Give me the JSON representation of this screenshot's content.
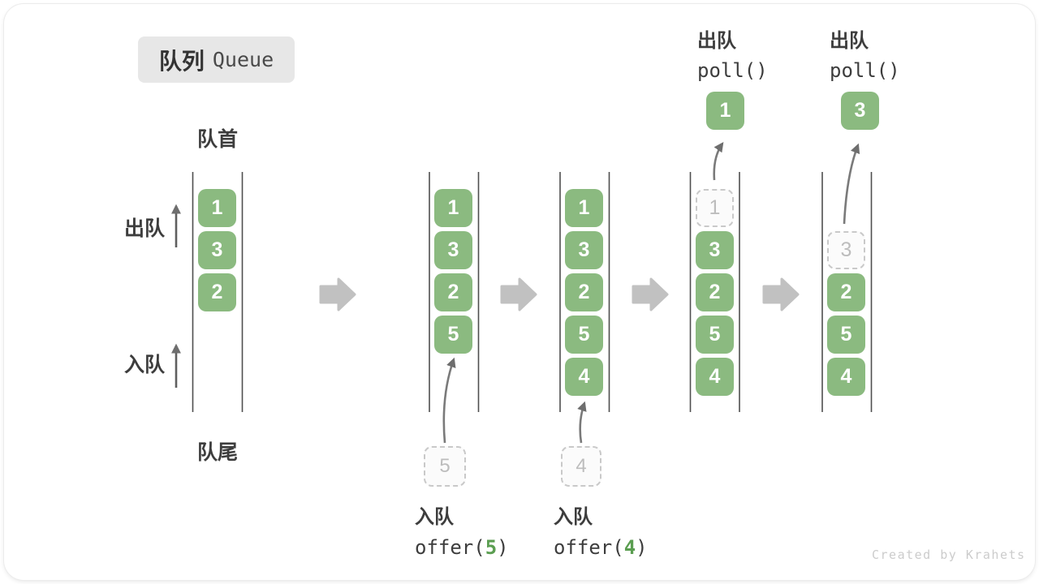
{
  "title": {
    "zh": "队列",
    "en": "Queue"
  },
  "labels": {
    "head": "队首",
    "tail": "队尾",
    "dequeue": "出队",
    "enqueue": "入队"
  },
  "operations": {
    "enqueue5": {
      "label": "入队",
      "fn_prefix": "offer(",
      "arg": "5",
      "fn_suffix": ")"
    },
    "enqueue4": {
      "label": "入队",
      "fn_prefix": "offer(",
      "arg": "4",
      "fn_suffix": ")"
    },
    "poll1": {
      "label": "出队",
      "fn": "poll()",
      "out_value": "1"
    },
    "poll2": {
      "label": "出队",
      "fn": "poll()",
      "out_value": "3"
    }
  },
  "columns": [
    {
      "cells": [
        {
          "v": "1",
          "state": "filled"
        },
        {
          "v": "3",
          "state": "filled"
        },
        {
          "v": "2",
          "state": "filled"
        }
      ]
    },
    {
      "cells": [
        {
          "v": "1",
          "state": "filled"
        },
        {
          "v": "3",
          "state": "filled"
        },
        {
          "v": "2",
          "state": "filled"
        },
        {
          "v": "5",
          "state": "filled"
        }
      ],
      "incoming": "5"
    },
    {
      "cells": [
        {
          "v": "1",
          "state": "filled"
        },
        {
          "v": "3",
          "state": "filled"
        },
        {
          "v": "2",
          "state": "filled"
        },
        {
          "v": "5",
          "state": "filled"
        },
        {
          "v": "4",
          "state": "filled"
        }
      ],
      "incoming": "4"
    },
    {
      "cells": [
        {
          "v": "1",
          "state": "ghost"
        },
        {
          "v": "3",
          "state": "filled"
        },
        {
          "v": "2",
          "state": "filled"
        },
        {
          "v": "5",
          "state": "filled"
        },
        {
          "v": "4",
          "state": "filled"
        }
      ],
      "outgoing": "1"
    },
    {
      "cells": [
        {
          "v": "3",
          "state": "ghost"
        },
        {
          "v": "2",
          "state": "filled"
        },
        {
          "v": "5",
          "state": "filled"
        },
        {
          "v": "4",
          "state": "filled"
        }
      ],
      "outgoing": "3"
    }
  ],
  "watermark": "Created by Krahets",
  "colors": {
    "box_green": "#8bba80",
    "ghost_border": "#c9c9c9",
    "ghost_text": "#bdbdbd",
    "block_arrow_gray": "#c1c1c1",
    "line_dark": "#4f4f4f",
    "text_dark": "#3d3d3d",
    "accent_green_text": "#5b9e51",
    "title_bg": "#e7e7e7",
    "watermark_gray": "#cccccc"
  }
}
